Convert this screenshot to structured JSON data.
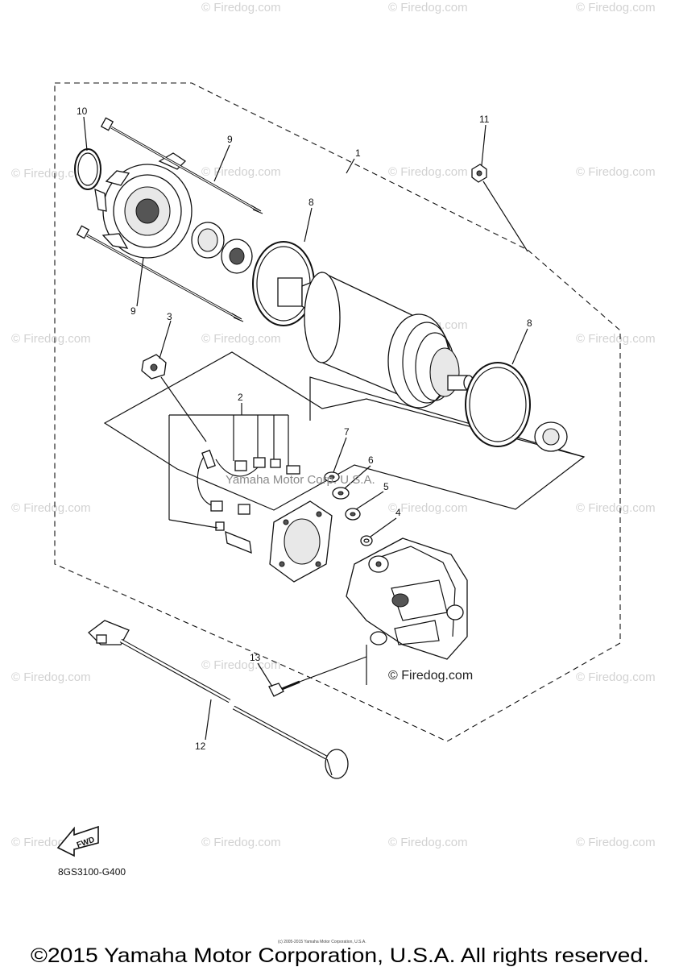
{
  "diagram": {
    "watermark_text": "© Firedog.com",
    "main_watermark_text": "© Firedog.com",
    "stamp_text": "Yamaha Motor Corp. U.S.A.",
    "part_code": "8GS3100-G400",
    "fwd_label": "FWD",
    "tiny_note": "(c) 2005-2015 Yamaha Motor Corporation, U.S.A.",
    "copyright": "©2015 Yamaha Motor Corporation, U.S.A. All rights reserved.",
    "callouts": {
      "c1": "1",
      "c2": "2",
      "c3": "3",
      "c4": "4",
      "c5": "5",
      "c6": "6",
      "c7": "7",
      "c8a": "8",
      "c8b": "8",
      "c9a": "9",
      "c9b": "9",
      "c10": "10",
      "c11": "11",
      "c12": "12",
      "c13": "13"
    }
  }
}
